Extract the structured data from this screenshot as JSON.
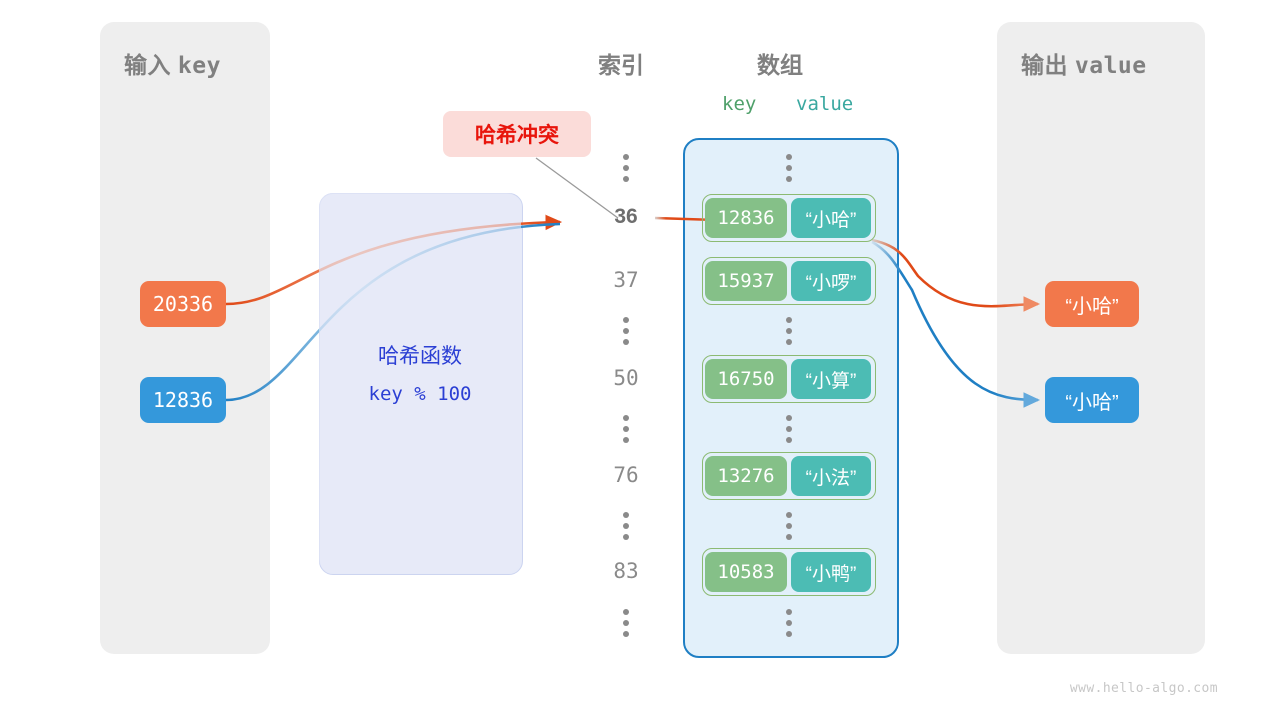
{
  "diagram": {
    "watermark": "www.hello-algo.com",
    "colors": {
      "orange": "#f2784b",
      "orange_line": "#e04a18",
      "blue": "#3498db",
      "blue_line": "#1f7fc4",
      "green_key": "#85c088",
      "teal_value": "#4cbcb4",
      "panel_gray": "#eeeeee",
      "hash_box": "#e6eaf8",
      "array_fill": "#e2f0fa",
      "collision_bg": "#fbdcd9",
      "collision_text": "#e8150c",
      "label_gray": "#808080"
    }
  },
  "input_panel": {
    "title_cn": "输入",
    "title_mono": "key",
    "keys": [
      {
        "value": "20336",
        "color": "#f2784b"
      },
      {
        "value": "12836",
        "color": "#3498db"
      }
    ]
  },
  "hash_function": {
    "label": "哈希函数",
    "formula": "key % 100"
  },
  "collision": {
    "label": "哈希冲突"
  },
  "array": {
    "index_header": "索引",
    "array_header": "数组",
    "key_header": "key",
    "value_header": "value",
    "rows": [
      {
        "kind": "dots",
        "index": ""
      },
      {
        "kind": "entry",
        "index": "36",
        "highlight": true,
        "key": "12836",
        "value": "“小哈”"
      },
      {
        "kind": "entry",
        "index": "37",
        "highlight": false,
        "key": "15937",
        "value": "“小啰”"
      },
      {
        "kind": "dots",
        "index": ""
      },
      {
        "kind": "entry",
        "index": "50",
        "highlight": false,
        "key": "16750",
        "value": "“小算”"
      },
      {
        "kind": "dots",
        "index": ""
      },
      {
        "kind": "entry",
        "index": "76",
        "highlight": false,
        "key": "13276",
        "value": "“小法”"
      },
      {
        "kind": "dots",
        "index": ""
      },
      {
        "kind": "entry",
        "index": "83",
        "highlight": false,
        "key": "10583",
        "value": "“小鸭”"
      },
      {
        "kind": "dots",
        "index": ""
      }
    ]
  },
  "output_panel": {
    "title_cn": "输出",
    "title_mono": "value",
    "values": [
      {
        "value": "“小哈”",
        "color": "#f2784b"
      },
      {
        "value": "“小哈”",
        "color": "#3498db"
      }
    ]
  }
}
